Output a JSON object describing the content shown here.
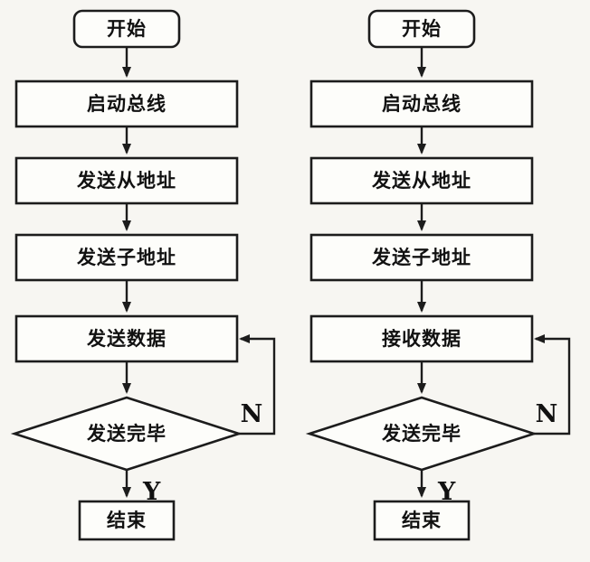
{
  "colors": {
    "ink": "#1c1c1c",
    "background": "#f7f6f2",
    "node_fill": "#fdfdfa"
  },
  "charts": [
    {
      "start": "开始",
      "steps": [
        "启动总线",
        "发送从地址",
        "发送子地址",
        "发送数据"
      ],
      "decision": "发送完毕",
      "end": "结束",
      "no_label": "N",
      "yes_label": "Y"
    },
    {
      "start": "开始",
      "steps": [
        "启动总线",
        "发送从地址",
        "发送子地址",
        "接收数据"
      ],
      "decision": "发送完毕",
      "end": "结束",
      "no_label": "N",
      "yes_label": "Y"
    }
  ]
}
